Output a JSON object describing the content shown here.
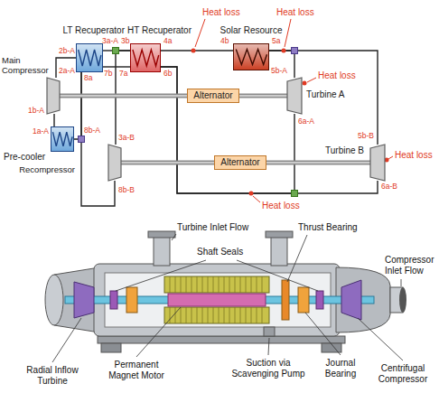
{
  "diagram": {
    "nodes": [
      {
        "text": [
          "LT Recuperator"
        ]
      },
      {
        "text": [
          "HT Recuperator"
        ]
      },
      {
        "text": [
          "Solar Resource"
        ]
      },
      {
        "text": [
          "Main Compressor"
        ]
      },
      {
        "text": [
          "Alternator"
        ]
      },
      {
        "text": [
          "Turbine A"
        ]
      },
      {
        "text": [
          "Pre-cooler"
        ]
      },
      {
        "text": [
          "Turbine B"
        ]
      },
      {
        "text": [
          "Recompressor"
        ]
      },
      {
        "text": [
          "Alternator"
        ]
      }
    ],
    "edges": [
      {
        "from": 3,
        "to": 0,
        "arrow": "none"
      },
      {
        "from": 0,
        "to": 1,
        "arrow": "none"
      },
      {
        "from": 8,
        "to": 1,
        "arrow": "none"
      },
      {
        "from": 1,
        "to": 2,
        "arrow": "none"
      },
      {
        "from": 2,
        "to": 5,
        "arrow": "none"
      },
      {
        "from": 2,
        "to": 7,
        "arrow": "none"
      },
      {
        "from": 5,
        "to": 1,
        "arrow": "none"
      },
      {
        "from": 7,
        "to": 1,
        "arrow": "none"
      },
      {
        "from": 1,
        "to": 0,
        "arrow": "none"
      },
      {
        "from": 0,
        "to": 6,
        "arrow": "none"
      },
      {
        "from": 0,
        "to": 8,
        "arrow": "none"
      },
      {
        "from": 6,
        "to": 3,
        "arrow": "none"
      },
      {
        "from": 3,
        "to": 4,
        "arrow": "none"
      },
      {
        "from": 4,
        "to": 5,
        "arrow": "none"
      },
      {
        "from": 8,
        "to": 9,
        "arrow": "none"
      },
      {
        "from": 9,
        "to": 7,
        "arrow": "none"
      }
    ],
    "labels": [
      "2a-A",
      "2b-A",
      "3a-A",
      "3b",
      "4a",
      "4b",
      "5a",
      "Heat loss",
      "Heat loss",
      "5b-A",
      "Heat loss",
      "6a-A",
      "5b-B",
      "Heat loss",
      "6a-B",
      "1b-A",
      "1a-A",
      "8a",
      "7b",
      "7a",
      "6b",
      "8b-A",
      "3a-B",
      "8b-B",
      "Heat loss",
      "Turbine Inlet Flow",
      "Thrust Bearing",
      "Shaft Seals",
      "Compressor Inlet Flow",
      "Radial Inflow Turbine",
      "Permanent Magnet Motor",
      "Suction via Scavenging Pump",
      "Journal Bearing",
      "Centrifugal Compressor"
    ]
  }
}
